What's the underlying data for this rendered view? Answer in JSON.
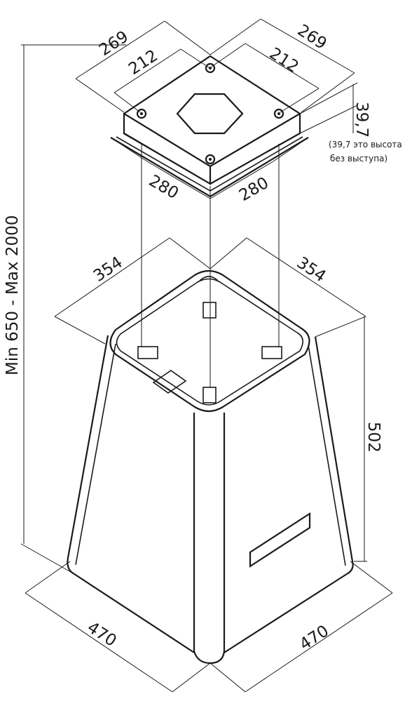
{
  "dimensions": {
    "top_plate_width_left": "269",
    "top_plate_width_right": "269",
    "hole_spacing_left": "212",
    "hole_spacing_right": "212",
    "plate_height": "39,7",
    "plate_height_note_line1": "(39,7 это высота",
    "plate_height_note_line2": "без выступа)",
    "flange_width_left": "280",
    "flange_width_right": "280",
    "hood_top_width_left": "354",
    "hood_top_width_right": "354",
    "overall_height": "Min 650 - Max 2000",
    "hood_height": "502",
    "base_width_left": "470",
    "base_width_right": "470"
  }
}
